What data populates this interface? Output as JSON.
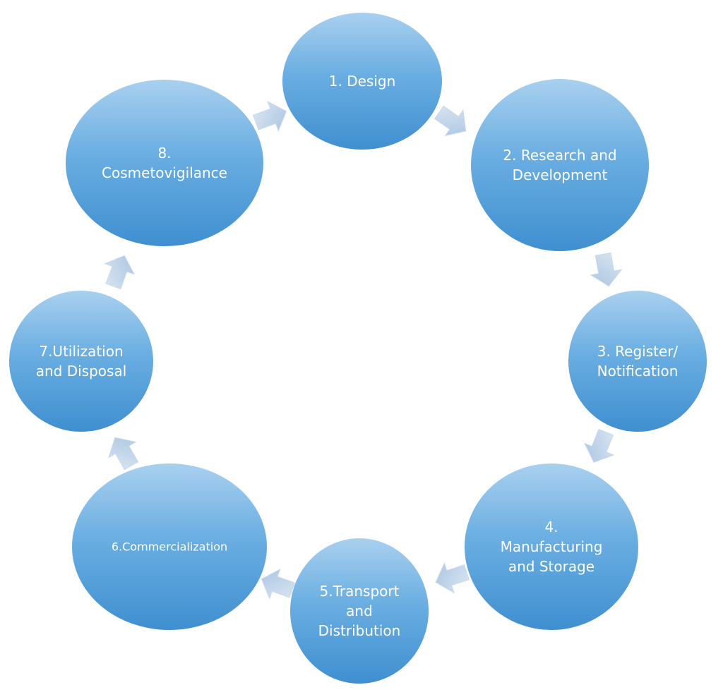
{
  "diagram": {
    "nodes": [
      {
        "id": "design",
        "lines": [
          "1. Design"
        ]
      },
      {
        "id": "research-and-development",
        "lines": [
          "2. Research and",
          "Development"
        ]
      },
      {
        "id": "register-notification",
        "lines": [
          "3. Register/",
          "Notification"
        ]
      },
      {
        "id": "manufacturing-and-storage",
        "lines": [
          "4.",
          "Manufacturing",
          "and Storage"
        ]
      },
      {
        "id": "transport-and-distribution",
        "lines": [
          "5.Transport",
          "and",
          "Distribution"
        ]
      },
      {
        "id": "commercialization",
        "lines": [
          "6.Commercialization"
        ]
      },
      {
        "id": "utilization-and-disposal",
        "lines": [
          "7.Utilization",
          "and Disposal"
        ]
      },
      {
        "id": "cosmetovigilance",
        "lines": [
          "8.",
          "Cosmetovigilance"
        ]
      }
    ],
    "colors": {
      "circle_top": "#a9d0ef",
      "circle_mid": "#6aaee2",
      "circle_bottom": "#3f8fd0",
      "arrow_light": "#dbe7f3",
      "arrow_dark": "#a9c4e0",
      "label": "#ffffff"
    }
  }
}
